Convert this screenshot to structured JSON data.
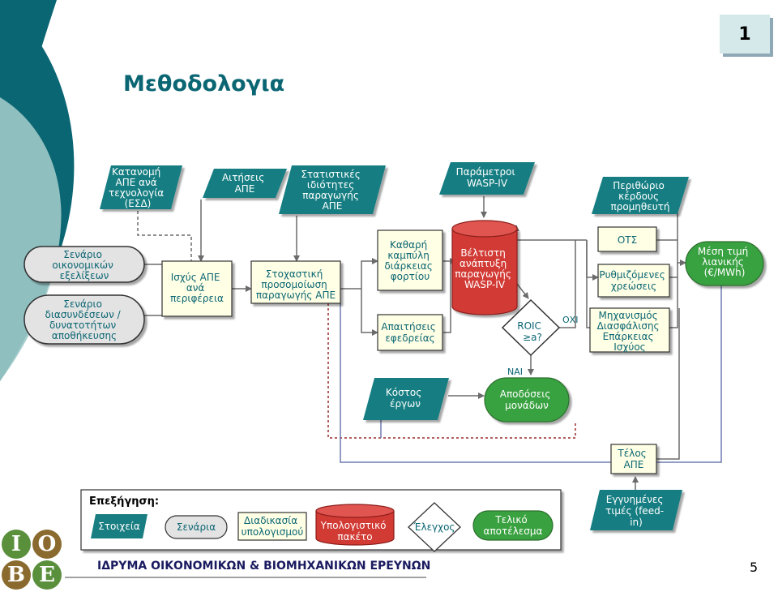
{
  "title": "Μεθοδολογια",
  "slide_number_badge": "1",
  "page_number": "5",
  "footer": "ΙΔΡΥΜΑ ΟΙΚΟΝΟΜΙΚΩΝ & ΒΙΟΜΗΧΑΝΙΚΩΝ ΕΡΕΥΝΩΝ",
  "logo": {
    "letters": [
      "I",
      "O",
      "B",
      "E"
    ]
  },
  "inputs": {
    "kataanomi": [
      "Κατανομή",
      "ΑΠΕ ανά",
      "τεχνολογία",
      "(ΕΣΔ)"
    ],
    "aitiseis": [
      "Αιτήσεις",
      "ΑΠΕ"
    ],
    "statistikes": [
      "Στατιστικές",
      "ιδιότητες",
      "παραγωγής",
      "ΑΠΕ"
    ],
    "wasp_params": [
      "Παράμετροι",
      "WASP-IV"
    ],
    "perithorio": [
      "Περιθώριο",
      "κέρδους",
      "προμηθευτή"
    ],
    "kostos": [
      "Κόστος",
      "έργων"
    ]
  },
  "scenarios": {
    "oikonomikon": [
      "Σενάριο",
      "οικονομικών",
      "εξελίξεων"
    ],
    "diasyndeseon": [
      "Σενάριο",
      "διασυνδέσεων /",
      "δυνατοτήτων",
      "αποθήκευσης"
    ]
  },
  "processes": {
    "ischys": [
      "Ισχύς ΑΠΕ",
      "ανά",
      "περιφέρεια"
    ],
    "stochastiki": [
      "Στοχαστική",
      "προσομοίωση",
      "παραγωγής ΑΠΕ"
    ],
    "kathari": [
      "Καθαρή",
      "καμπύλη",
      "διάρκειας",
      "φορτίου"
    ],
    "apaitiseis": [
      "Απαιτήσεις",
      "εφεδρείας"
    ],
    "ots": [
      "ΟΤΣ"
    ],
    "rythmizomenes": [
      "Ρυθμιζόμενες",
      "χρεώσεις"
    ],
    "michanismos": [
      "Μηχανισμός",
      "Διασφάλισης",
      "Επάρκειας",
      "Ισχύος"
    ],
    "telos": [
      "Τέλος",
      "ΑΠΕ"
    ]
  },
  "computational": {
    "veltisti": [
      "Βέλτιστη",
      "ανάπτυξη",
      "παραγωγής",
      "WASP-IV"
    ]
  },
  "decision": {
    "roic": [
      "ROIC",
      "≥a?"
    ],
    "yes_label": "ΝΑΙ",
    "no_label": "ΟΧΙ"
  },
  "results": {
    "mesi_timi": [
      "Μέση τιμή",
      "λιανικής",
      "(€/MWh)"
    ],
    "apodoseis": [
      "Αποδόσεις",
      "μονάδων"
    ]
  },
  "feedin": [
    "Εγγυημένες",
    "τιμές (feed-",
    "in)"
  ],
  "legend": {
    "title": "Επεξήγηση:",
    "stoixeia": [
      "Στοιχεία"
    ],
    "senaria": [
      "Σενάρια"
    ],
    "diadikasia": [
      "Διαδικασία",
      "υπολογισμού"
    ],
    "ypologistiko": [
      "Υπολογιστικό",
      "πακέτο"
    ],
    "elegchos": [
      "Έλεγχος"
    ],
    "teliko": [
      "Τελικό",
      "αποτέλεσμα"
    ]
  },
  "colors": {
    "teal": "#0b6673",
    "teal_dark": "#08525c",
    "pale_teal": "#9fc9c9",
    "para_fill": "#197e82",
    "para_text": "#ffffff",
    "oval_fill": "#e3e3e3",
    "process_fill": "#ffffe5",
    "result_fill": "#39a13f",
    "cylinder_fill": "#d23a34",
    "connector": "#7a1a1a",
    "blue_connector": "#5e6a9e"
  },
  "icons": {
    "arrow": "arrowhead",
    "logo": "iobe-logo"
  }
}
